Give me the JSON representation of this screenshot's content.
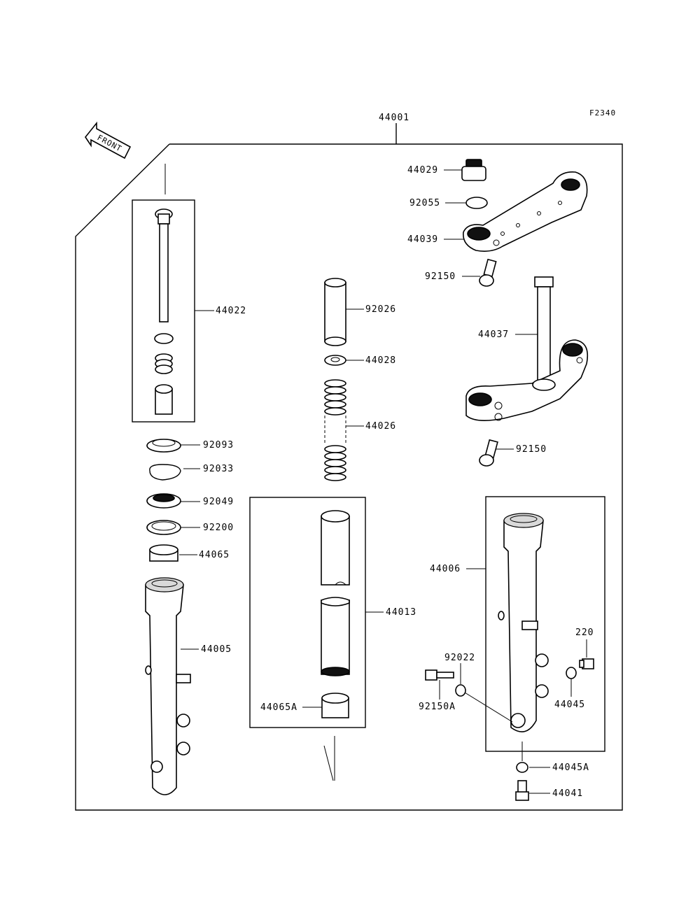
{
  "figure_code": "F2340",
  "front_label": "FRONT",
  "parts": {
    "p44001": "44001",
    "p44029": "44029",
    "p92055": "92055",
    "p44039": "44039",
    "p92150_a": "92150",
    "p44037": "44037",
    "p92150_b": "92150",
    "p44022": "44022",
    "p92026": "92026",
    "p44028": "44028",
    "p44026": "44026",
    "p92093": "92093",
    "p92033": "92033",
    "p92049": "92049",
    "p92200": "92200",
    "p44065": "44065",
    "p44005": "44005",
    "p44013": "44013",
    "p44065A": "44065A",
    "p44006": "44006",
    "p220": "220",
    "p92022": "92022",
    "p92150A": "92150A",
    "p44045": "44045",
    "p44045A": "44045A",
    "p44041": "44041"
  }
}
